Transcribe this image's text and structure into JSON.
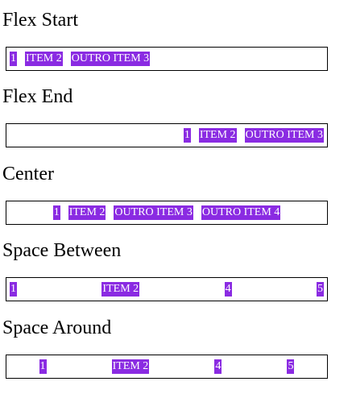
{
  "sections": [
    {
      "title": "Flex Start",
      "items": [
        "1",
        "ITEM 2",
        "OUTRO ITEM 3"
      ]
    },
    {
      "title": "Flex End",
      "items": [
        "1",
        "ITEM 2",
        "OUTRO ITEM 3"
      ]
    },
    {
      "title": "Center",
      "items": [
        "1",
        "ITEM 2",
        "OUTRO ITEM 3",
        "OUTRO ITEM 4"
      ]
    },
    {
      "title": "Space Between",
      "items": [
        "1",
        "ITEM 2",
        "4",
        "5"
      ]
    },
    {
      "title": "Space Around",
      "items": [
        "1",
        "ITEM 2",
        "4",
        "5"
      ]
    }
  ],
  "colors": {
    "item_background": "#8a2be2",
    "item_text": "#ffffff",
    "border": "#000000"
  }
}
